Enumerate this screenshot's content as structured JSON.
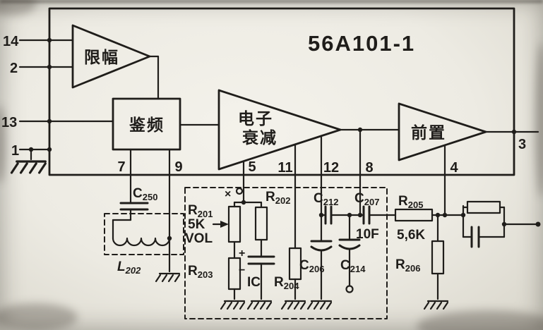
{
  "title": "56A101-1",
  "colors": {
    "ink": "#1f1d1a",
    "paper": "#edebe3"
  },
  "blocks": {
    "limiter": "限幅",
    "discriminator": "鉴频",
    "attenuator_line1": "电子",
    "attenuator_line2": "衰减",
    "preamp": "前置"
  },
  "pins": {
    "p14": "14",
    "p2": "2",
    "p13": "13",
    "p1": "1",
    "p3": "3",
    "p7": "7",
    "p9": "9",
    "p5": "5",
    "p11": "11",
    "p12": "12",
    "p8": "8",
    "p4": "4"
  },
  "labels": {
    "c250": {
      "p": "C",
      "s": "250"
    },
    "l202": {
      "p": "L",
      "s": "202"
    },
    "r201": {
      "p": "R",
      "s": "201"
    },
    "r202": {
      "p": "R",
      "s": "202"
    },
    "r203": {
      "p": "R",
      "s": "203"
    },
    "r204": {
      "p": "R",
      "s": "204"
    },
    "r205": {
      "p": "R",
      "s": "205"
    },
    "r206": {
      "p": "R",
      "s": "206"
    },
    "c206": {
      "p": "C",
      "s": "206"
    },
    "c207": {
      "p": "C",
      "s": "207"
    },
    "c212": {
      "p": "C",
      "s": "212"
    },
    "c214": {
      "p": "C",
      "s": "214"
    },
    "ic_cap": "IC"
  },
  "values": {
    "r201_value": "5K",
    "r201_note": "VOL",
    "r205_value": "5,6K",
    "c207_value": "10F",
    "plus": "+",
    "minus": "−",
    "x_mark": "×"
  }
}
